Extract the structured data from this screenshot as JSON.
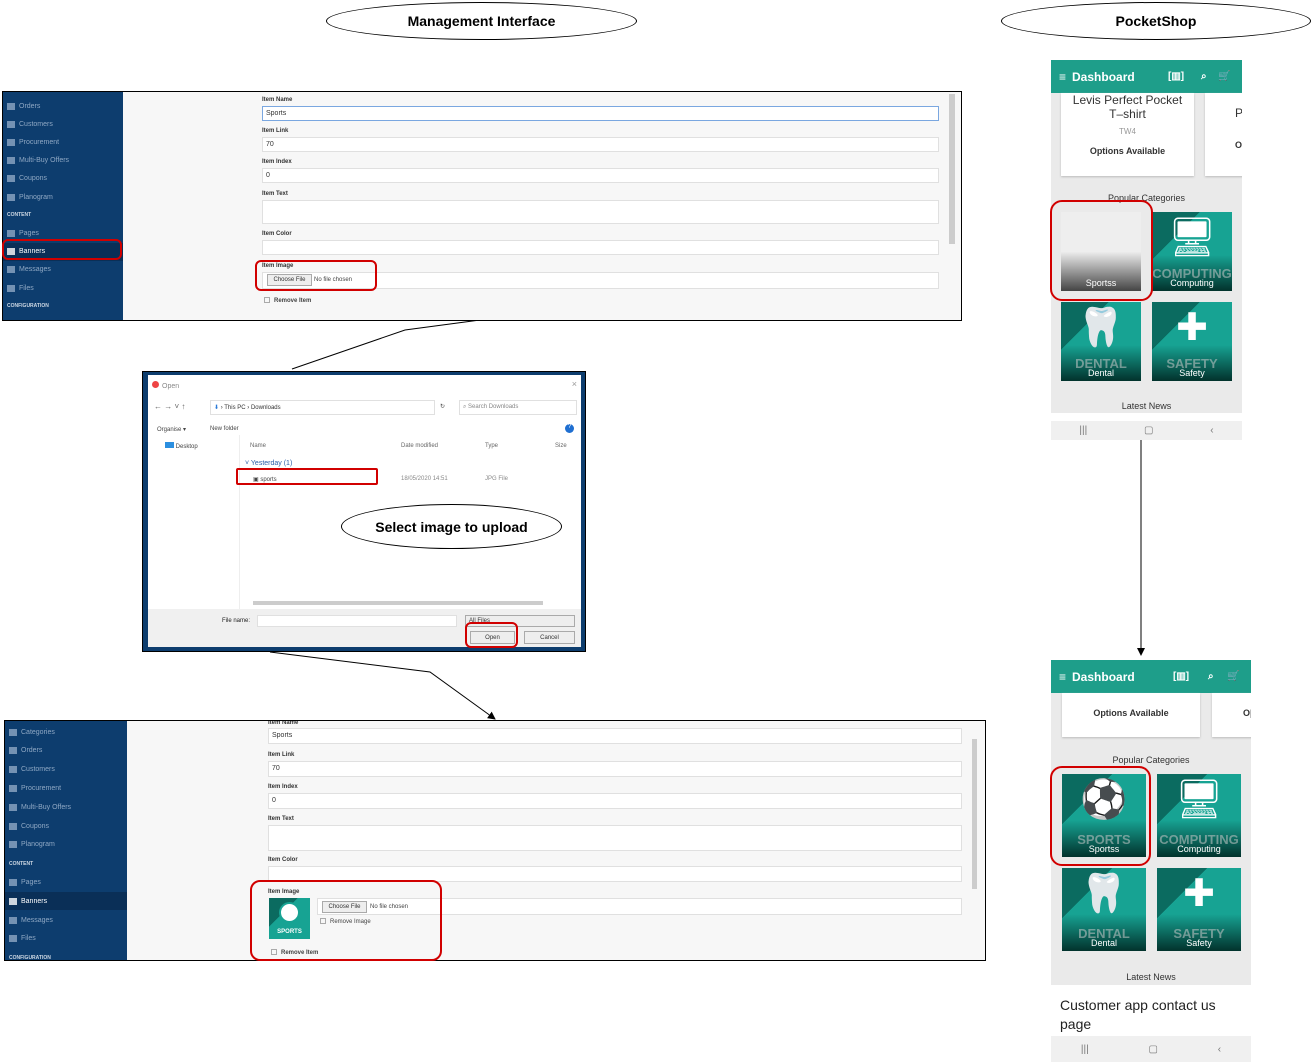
{
  "titles": {
    "management": "Management Interface",
    "pocketshop": "PocketShop",
    "select_note": "Select image to upload",
    "contact_note": "Customer app contact us page"
  },
  "admin1": {
    "sidebar": [
      {
        "label": "Orders"
      },
      {
        "label": "Customers"
      },
      {
        "label": "Procurement"
      },
      {
        "label": "Multi-Buy Offers"
      },
      {
        "label": "Coupons"
      },
      {
        "label": "Planogram"
      },
      {
        "label": "CONTENT",
        "section": true
      },
      {
        "label": "Pages"
      },
      {
        "label": "Banners",
        "active": true
      },
      {
        "label": "Messages"
      },
      {
        "label": "Files"
      },
      {
        "label": "CONFIGURATION",
        "section": true
      }
    ],
    "fields": {
      "name_label": "Item Name",
      "name_value": "Sports",
      "link_label": "Item Link",
      "link_value": "70",
      "index_label": "Item Index",
      "index_value": "0",
      "text_label": "Item Text",
      "text_value": "",
      "color_label": "Item Color",
      "color_value": "",
      "image_label": "Item Image",
      "choose_file": "Choose File",
      "no_file": "No file chosen",
      "remove_item": "Remove Item"
    }
  },
  "dialog": {
    "title": "Open",
    "path": [
      "This PC",
      "Downloads"
    ],
    "search_placeholder": "Search Downloads",
    "organise": "Organise ▾",
    "new_folder": "New folder",
    "nav_desktop": "Desktop",
    "columns": [
      "Name",
      "Date modified",
      "Type",
      "Size"
    ],
    "group": "Yesterday (1)",
    "file": {
      "name": "sports",
      "date": "18/05/2020 14:51",
      "type": "JPG File"
    },
    "filename_label": "File name:",
    "filename_value": "",
    "filter": "All Files",
    "open": "Open",
    "cancel": "Cancel"
  },
  "admin2": {
    "sidebar": [
      {
        "label": "Categories"
      },
      {
        "label": "Orders"
      },
      {
        "label": "Customers"
      },
      {
        "label": "Procurement"
      },
      {
        "label": "Multi-Buy Offers"
      },
      {
        "label": "Coupons"
      },
      {
        "label": "Planogram"
      },
      {
        "label": "CONTENT",
        "section": true
      },
      {
        "label": "Pages"
      },
      {
        "label": "Banners",
        "active": true
      },
      {
        "label": "Messages"
      },
      {
        "label": "Files"
      },
      {
        "label": "CONFIGURATION",
        "section": true
      }
    ],
    "fields": {
      "name_label": "Item Name",
      "name_value": "Sports",
      "link_label": "Item Link",
      "link_value": "70",
      "index_label": "Item Index",
      "index_value": "0",
      "text_label": "Item Text",
      "color_label": "Item Color",
      "image_label": "Item Image",
      "thumb_word": "SPORTS",
      "choose_file": "Choose File",
      "no_file": "No file chosen",
      "remove_image": "Remove Image",
      "remove_item": "Remove Item"
    }
  },
  "phone1": {
    "title": "Dashboard",
    "product": "Levis Perfect Pocket T–shirt",
    "sku": "TW4",
    "options": "Options Available",
    "peek_p": "P",
    "peek_o": "O|",
    "popular": "Popular Categories",
    "tiles": [
      {
        "label": "Sportss",
        "big": "",
        "glyph": ""
      },
      {
        "label": "Computing",
        "big": "COMPUTING",
        "glyph": "🖥"
      },
      {
        "label": "Dental",
        "big": "DENTAL",
        "glyph": "🦷"
      },
      {
        "label": "Safety",
        "big": "SAFETY",
        "glyph": "✚"
      }
    ],
    "latest": "Latest News"
  },
  "phone2": {
    "title": "Dashboard",
    "options": "Options Available",
    "peek_o": "O|",
    "popular": "Popular Categories",
    "tiles": [
      {
        "label": "Sportss",
        "big": "SPORTS",
        "glyph": "⚽"
      },
      {
        "label": "Computing",
        "big": "COMPUTING",
        "glyph": "🖥"
      },
      {
        "label": "Dental",
        "big": "DENTAL",
        "glyph": "🦷"
      },
      {
        "label": "Safety",
        "big": "SAFETY",
        "glyph": "✚"
      }
    ],
    "latest": "Latest News"
  },
  "nav": {
    "recent": "|||",
    "home": "▢",
    "back": "‹"
  },
  "colors": {
    "sidebar": "#0d3d6e",
    "teal": "#1e9e8a",
    "highlight": "#d10000"
  }
}
